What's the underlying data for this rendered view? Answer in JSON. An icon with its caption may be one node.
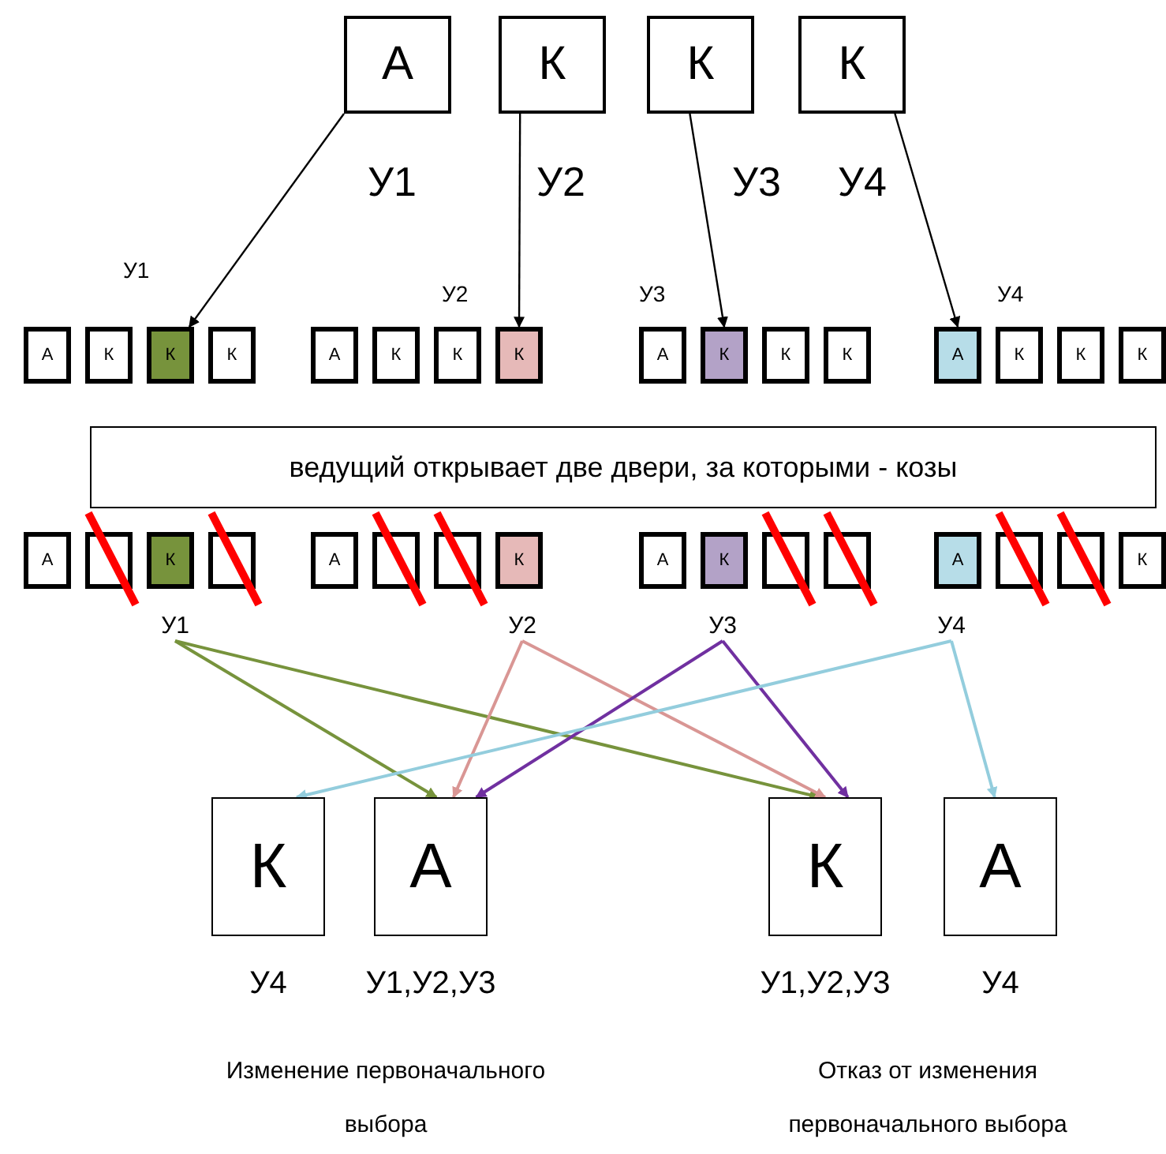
{
  "diagram": {
    "nodes": [
      {
        "text": [
          "А"
        ]
      },
      {
        "text": [
          "К"
        ]
      },
      {
        "text": [
          "К"
        ]
      },
      {
        "text": [
          "К"
        ]
      },
      {
        "text": [
          "А"
        ]
      },
      {
        "text": [
          "К"
        ]
      },
      {
        "text": [
          "К"
        ]
      },
      {
        "text": [
          "К"
        ]
      },
      {
        "text": [
          "А"
        ]
      },
      {
        "text": [
          "К"
        ]
      },
      {
        "text": [
          "К"
        ]
      },
      {
        "text": [
          "К"
        ]
      },
      {
        "text": [
          "А"
        ]
      },
      {
        "text": [
          "К"
        ]
      },
      {
        "text": [
          "К"
        ]
      },
      {
        "text": [
          "К"
        ]
      },
      {
        "text": [
          "А"
        ]
      },
      {
        "text": [
          "К"
        ]
      },
      {
        "text": [
          "К"
        ]
      },
      {
        "text": [
          "К"
        ]
      },
      {
        "text": [
          "ведущий открывает две двери,  за которыми - козы"
        ]
      },
      {
        "text": [
          "А"
        ]
      },
      {
        "text": [],
        "shape": "box"
      },
      {
        "text": [
          "К"
        ]
      },
      {
        "text": [],
        "shape": "box"
      },
      {
        "text": [
          "А"
        ]
      },
      {
        "text": [],
        "shape": "box"
      },
      {
        "text": [],
        "shape": "box"
      },
      {
        "text": [
          "К"
        ]
      },
      {
        "text": [
          "А"
        ]
      },
      {
        "text": [
          "К"
        ]
      },
      {
        "text": [],
        "shape": "box"
      },
      {
        "text": [],
        "shape": "box"
      },
      {
        "text": [
          "А"
        ]
      },
      {
        "text": [],
        "shape": "box"
      },
      {
        "text": [],
        "shape": "box"
      },
      {
        "text": [
          "К"
        ]
      },
      {
        "text": [
          "У1"
        ]
      },
      {
        "text": [
          "У2"
        ]
      },
      {
        "text": [
          "У3"
        ]
      },
      {
        "text": [
          "У4"
        ]
      },
      {
        "text": [
          "К"
        ],
        "beside": [
          "У4"
        ]
      },
      {
        "text": [
          "А"
        ],
        "beside": [
          "У1,У2,У3"
        ]
      },
      {
        "text": [
          "К"
        ],
        "beside": [
          "У1,У2,У3"
        ]
      },
      {
        "text": [
          "А"
        ],
        "beside": [
          "У4"
        ]
      }
    ],
    "edges": [
      {
        "from": 0,
        "to": 6,
        "arrow": "to"
      },
      {
        "from": 1,
        "to": 11,
        "arrow": "to"
      },
      {
        "from": 2,
        "to": 13,
        "arrow": "to"
      },
      {
        "from": 3,
        "to": 16,
        "arrow": "to"
      },
      {
        "from": 37,
        "to": 42,
        "arrow": "to",
        "color": "#77933c"
      },
      {
        "from": 37,
        "to": 43,
        "arrow": "to",
        "color": "#77933c"
      },
      {
        "from": 38,
        "to": 42,
        "arrow": "to",
        "color": "#d99694"
      },
      {
        "from": 38,
        "to": 43,
        "arrow": "to",
        "color": "#d99694"
      },
      {
        "from": 39,
        "to": 42,
        "arrow": "to",
        "color": "#7030a0"
      },
      {
        "from": 39,
        "to": 43,
        "arrow": "to",
        "color": "#7030a0"
      },
      {
        "from": 40,
        "to": 41,
        "arrow": "to",
        "color": "#93cddd"
      },
      {
        "from": 40,
        "to": 44,
        "arrow": "to",
        "color": "#93cddd"
      }
    ],
    "labels": [
      "У1",
      "У2",
      "У3",
      "У4",
      "У1",
      "У2",
      "У3",
      "У4",
      "Изменение первоначального выбора",
      "Отказ от изменения первоначального выбора"
    ]
  }
}
